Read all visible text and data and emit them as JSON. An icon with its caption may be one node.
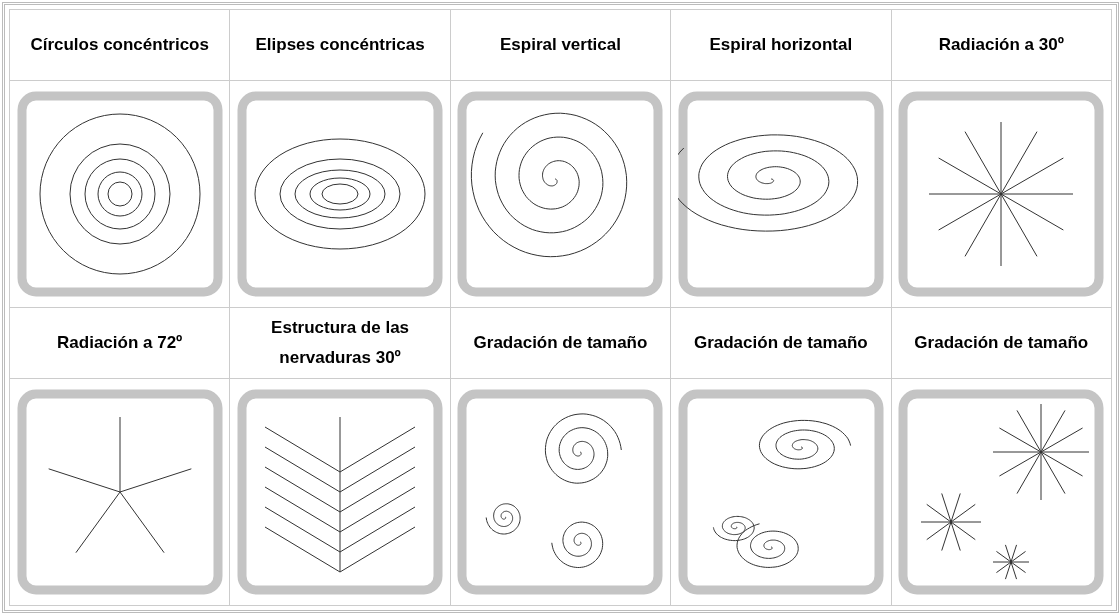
{
  "diagram": {
    "labels": [
      "Círculos concéntricos",
      "Elipses concéntricas",
      "Espiral vertical",
      "Espiral horizontal",
      "Radiación a 30º",
      "Radiación a 72º",
      "Estructura de las nervaduras 30º",
      "Gradación de tamaño",
      "Gradación de tamaño",
      "Gradación de tamaño"
    ]
  }
}
